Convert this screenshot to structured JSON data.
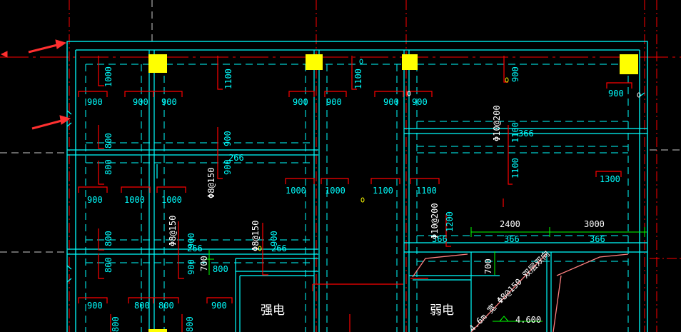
{
  "drawing": {
    "colors": {
      "background": "#000000",
      "wall": "#00ffff",
      "rebar": "#ff0000",
      "column": "#ffff00",
      "axis": "#ff0000",
      "dim_green": "#00ff00",
      "note": "#ff8080"
    },
    "rooms": {
      "strong_power": "强电",
      "weak_power": "弱电"
    },
    "dims": {
      "d1000_a": "1000",
      "d1100_a": "1100",
      "d1100_b": "1100",
      "d900_1": "900",
      "d900_2": "900",
      "d900_3": "900",
      "d900_4": "900",
      "d900_5": "900",
      "d900_6": "900",
      "d900_7": "900",
      "d900_8": "900",
      "d900_9": "900",
      "d800_a": "800",
      "d800_b": "800",
      "d800_c": "800",
      "d900_v1": "900",
      "d900_v2": "900",
      "d266_a": "266",
      "d266_b": "266",
      "d266_c": "266",
      "d366_a": "366",
      "d366_b": "366",
      "d366_c": "366",
      "d1100_c": "1100",
      "d1300": "1300",
      "d900_r1": "900",
      "d1000_b": "1000",
      "d1000_c": "1000",
      "d1000_d": "1000",
      "d1000_e": "1000",
      "d1100_d": "1100",
      "d1100_e": "1100",
      "d1200": "1200",
      "d2400": "2400",
      "d3000": "3000",
      "d700_a": "700",
      "d800_d": "800",
      "d700_b": "700",
      "d900_bot1": "900",
      "d800_bot1": "800",
      "d800_bot2": "800",
      "d900_bot2": "900",
      "d900_v3": "900",
      "d900_v4": "900",
      "d900_v5": "900",
      "d800_v1": "800",
      "d800_v2": "800",
      "d800_v3": "800",
      "elev": "4.600"
    },
    "rebar": {
      "r1": "Φ10@200",
      "r2": "Φ8@150",
      "r3": "Φ8@150",
      "r4": "Φ8@150",
      "r5": "Φ10@200"
    },
    "note_slab": "4.6m 宽 Φ8@150 双层双向"
  }
}
